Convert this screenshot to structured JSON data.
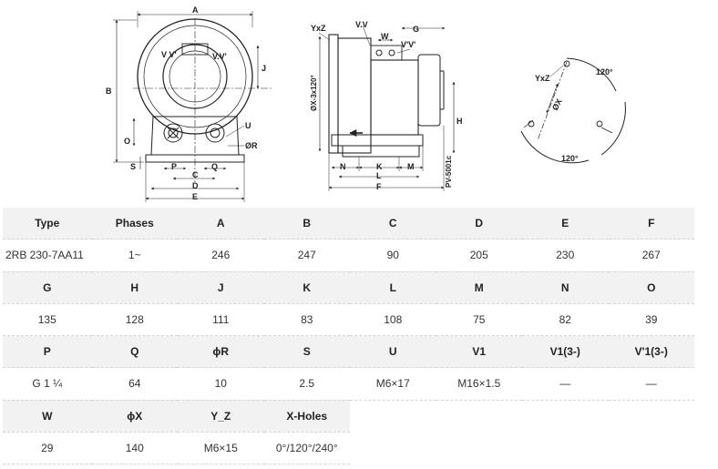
{
  "drawing": {
    "front_view": {
      "labels": {
        "A": "A",
        "B": "B",
        "J": "J",
        "O": "O",
        "S": "S",
        "P": "P",
        "Q": "Q",
        "C": "C",
        "D": "D",
        "E": "E",
        "U": "U",
        "R": "ØR",
        "V1": "V V'",
        "V2": "V.V'"
      }
    },
    "side_view": {
      "labels": {
        "YxZ": "YxZ",
        "VV": "V.V",
        "W": "W",
        "G": "G",
        "VpVp": "V'V'",
        "Xangle": "ØX-3x120°",
        "H": "H",
        "N": "N",
        "K": "K",
        "M": "M",
        "L": "L",
        "F": "F",
        "model": "PV-5001c"
      }
    },
    "flange_view": {
      "labels": {
        "YxZ": "YxZ",
        "X": "ØX",
        "angle_top": "120°",
        "angle_bottom": "120°"
      }
    }
  },
  "table": {
    "rows": [
      {
        "kind": "head",
        "cells": [
          "Type",
          "Phases",
          "A",
          "B",
          "C",
          "D",
          "E",
          "F"
        ]
      },
      {
        "kind": "val",
        "cells": [
          "2RB 230-7AA11",
          "1~",
          "246",
          "247",
          "90",
          "205",
          "230",
          "267"
        ]
      },
      {
        "kind": "head",
        "cells": [
          "G",
          "H",
          "J",
          "K",
          "L",
          "M",
          "N",
          "O"
        ]
      },
      {
        "kind": "val",
        "cells": [
          "135",
          "128",
          "111",
          "83",
          "108",
          "75",
          "82",
          "39"
        ]
      },
      {
        "kind": "head",
        "cells": [
          "P",
          "Q",
          "ϕR",
          "S",
          "U",
          "V1",
          "V1(3-)",
          "V'1(3-)"
        ]
      },
      {
        "kind": "val",
        "cells": [
          "G 1 ¼",
          "64",
          "10",
          "2.5",
          "M6×17",
          "M16×1.5",
          "—",
          "—"
        ]
      },
      {
        "kind": "head",
        "cells": [
          "W",
          "ϕX",
          "Y_Z",
          "X-Holes"
        ]
      },
      {
        "kind": "val",
        "cells": [
          "29",
          "140",
          "M6×15",
          "0°/120°/240°"
        ]
      }
    ]
  }
}
